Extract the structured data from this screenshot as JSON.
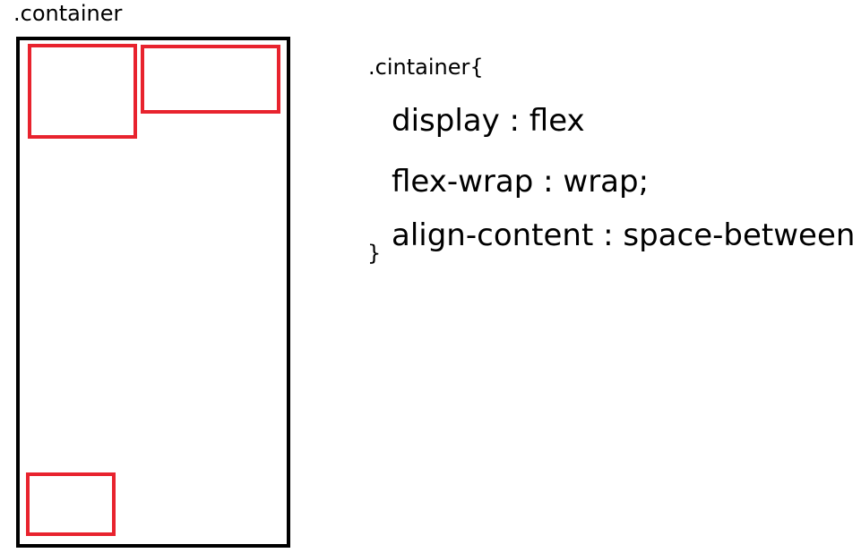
{
  "container": {
    "label": ".container",
    "items_color": "#e8232e",
    "border_color": "#000000"
  },
  "code": {
    "open": ".cintainer{",
    "lines": [
      "display : flex",
      "flex-wrap : wrap;",
      "align-content :  space-between"
    ],
    "close": "}"
  }
}
